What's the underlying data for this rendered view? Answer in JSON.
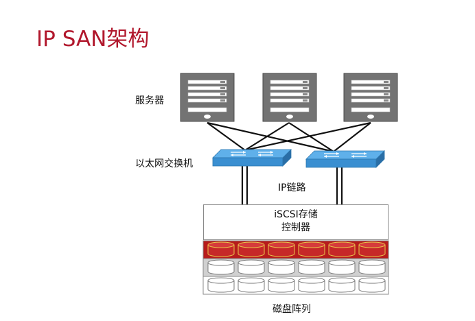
{
  "title": "IP SAN架构",
  "labels": {
    "servers": "服务器",
    "switches": "以太网交换机",
    "ip_links": "IP链路",
    "controller_line1": "iSCSI存储",
    "controller_line2": "控制器",
    "disk_array": "磁盘阵列"
  },
  "colors": {
    "title": "#b1172c",
    "server_body": "#737373",
    "switch_blue": "#3a8fd1",
    "disk_row_red": "#b71c1c",
    "disk_row_gray": "#d0d0d0"
  },
  "icons": {
    "server": "server-icon",
    "switch": "network-switch-icon",
    "disk": "disk-cylinder-icon"
  }
}
